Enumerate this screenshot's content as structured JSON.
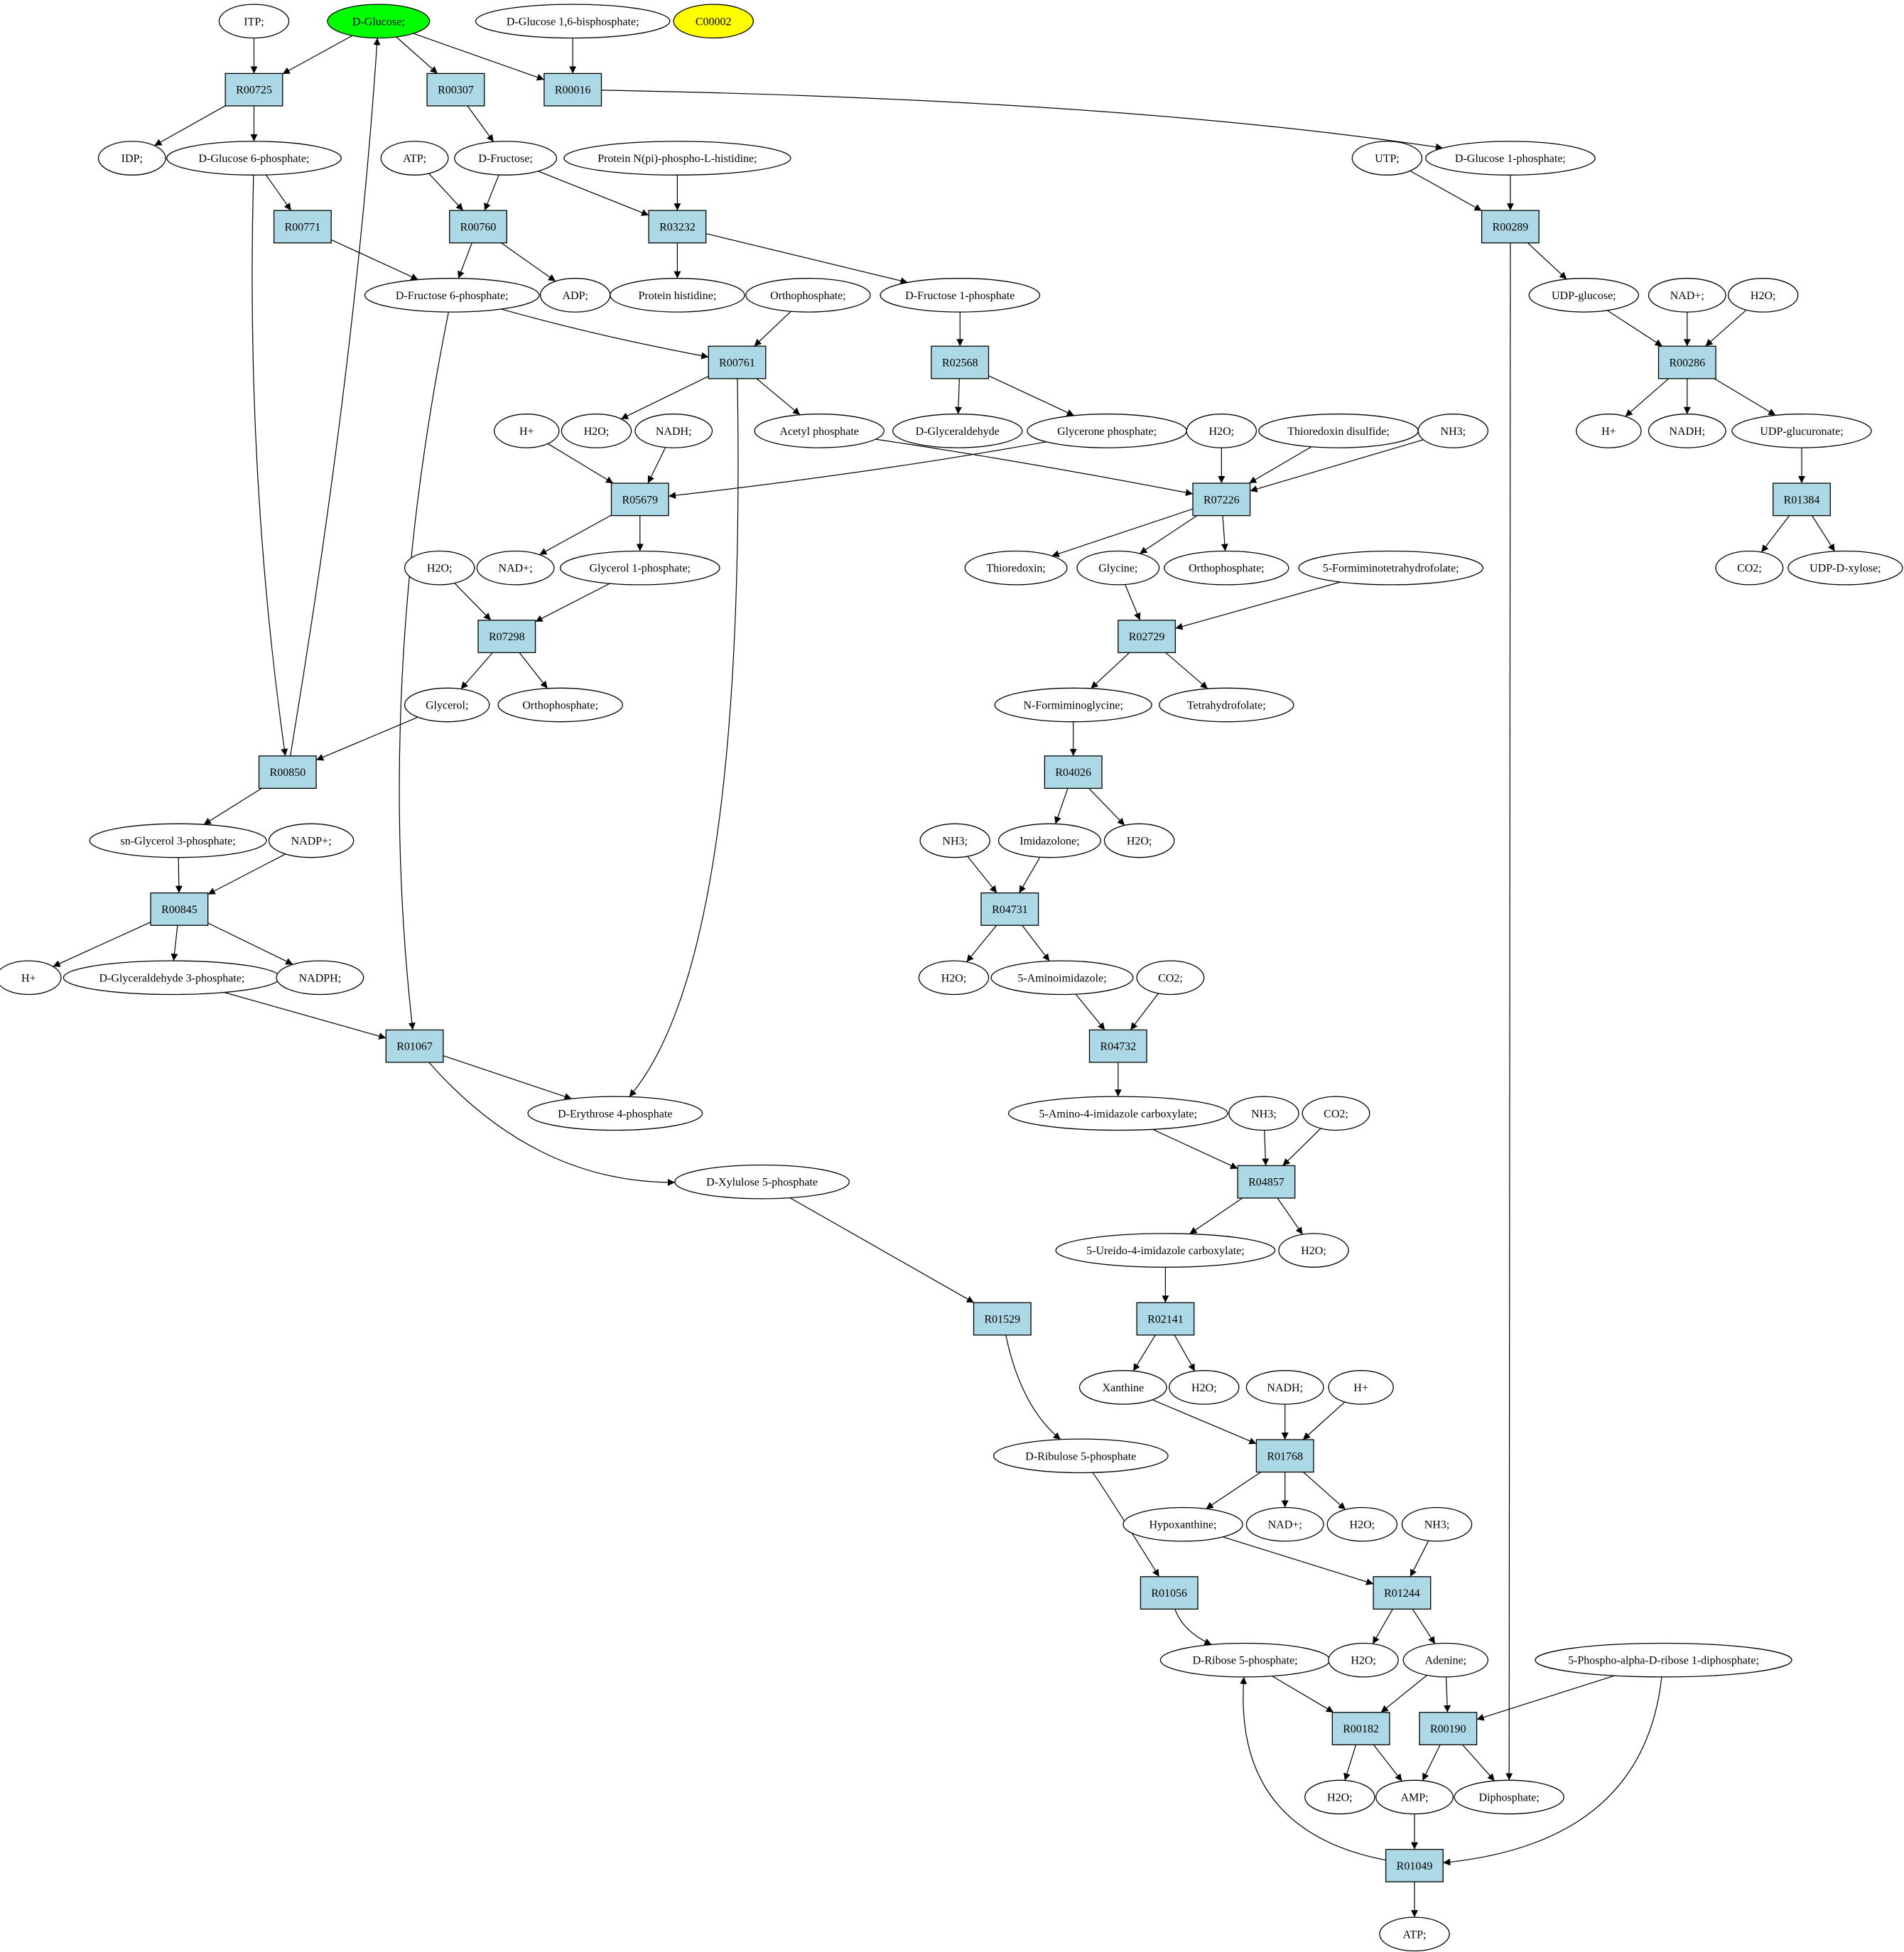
{
  "diagram": {
    "colors": {
      "reaction_fill": "#add8e6",
      "compound_fill": "#ffffff",
      "start_fill": "#00ff00",
      "highlight_fill": "#ffff00",
      "stroke": "#000000"
    },
    "nodes": [
      {
        "id": "ITP",
        "label": "ITP;",
        "kind": "compound"
      },
      {
        "id": "DGLC",
        "label": "D-Glucose;",
        "kind": "start"
      },
      {
        "id": "DG16BP",
        "label": "D-Glucose 1,6-bisphosphate;",
        "kind": "compound"
      },
      {
        "id": "C00002",
        "label": "C00002",
        "kind": "highlight"
      },
      {
        "id": "R00725",
        "label": "R00725",
        "kind": "reaction"
      },
      {
        "id": "R00307",
        "label": "R00307",
        "kind": "reaction"
      },
      {
        "id": "R00016",
        "label": "R00016",
        "kind": "reaction"
      },
      {
        "id": "IDP",
        "label": "IDP;",
        "kind": "compound"
      },
      {
        "id": "DG6P",
        "label": "D-Glucose 6-phosphate;",
        "kind": "compound"
      },
      {
        "id": "ATP1",
        "label": "ATP;",
        "kind": "compound"
      },
      {
        "id": "DFRU",
        "label": "D-Fructose;",
        "kind": "compound"
      },
      {
        "id": "PNHIS",
        "label": "Protein N(pi)-phospho-L-histidine;",
        "kind": "compound"
      },
      {
        "id": "UTP",
        "label": "UTP;",
        "kind": "compound"
      },
      {
        "id": "DG1P",
        "label": "D-Glucose 1-phosphate;",
        "kind": "compound"
      },
      {
        "id": "R00771",
        "label": "R00771",
        "kind": "reaction"
      },
      {
        "id": "R00760",
        "label": "R00760",
        "kind": "reaction"
      },
      {
        "id": "R03232",
        "label": "R03232",
        "kind": "reaction"
      },
      {
        "id": "R00289",
        "label": "R00289",
        "kind": "reaction"
      },
      {
        "id": "DF6P",
        "label": "D-Fructose 6-phosphate;",
        "kind": "compound"
      },
      {
        "id": "ADP",
        "label": "ADP;",
        "kind": "compound"
      },
      {
        "id": "PHIS",
        "label": "Protein histidine;",
        "kind": "compound"
      },
      {
        "id": "ORTHO1",
        "label": "Orthophosphate;",
        "kind": "compound"
      },
      {
        "id": "DF1P",
        "label": "D-Fructose 1-phosphate",
        "kind": "compound"
      },
      {
        "id": "UDPGLC",
        "label": "UDP-glucose;",
        "kind": "compound"
      },
      {
        "id": "NADP1",
        "label": "NAD+;",
        "kind": "compound"
      },
      {
        "id": "H2O_A",
        "label": "H2O;",
        "kind": "compound"
      },
      {
        "id": "R00761",
        "label": "R00761",
        "kind": "reaction"
      },
      {
        "id": "R02568",
        "label": "R02568",
        "kind": "reaction"
      },
      {
        "id": "R00286",
        "label": "R00286",
        "kind": "reaction"
      },
      {
        "id": "HP1",
        "label": "H+",
        "kind": "compound"
      },
      {
        "id": "H2O_B",
        "label": "H2O;",
        "kind": "compound"
      },
      {
        "id": "NADH1",
        "label": "NADH;",
        "kind": "compound"
      },
      {
        "id": "ACP",
        "label": "Acetyl phosphate",
        "kind": "compound"
      },
      {
        "id": "DGA",
        "label": "D-Glyceraldehyde",
        "kind": "compound"
      },
      {
        "id": "GLYP",
        "label": "Glycerone phosphate;",
        "kind": "compound"
      },
      {
        "id": "H2O_C",
        "label": "H2O;",
        "kind": "compound"
      },
      {
        "id": "TRXDS",
        "label": "Thioredoxin disulfide;",
        "kind": "compound"
      },
      {
        "id": "NH3_A",
        "label": "NH3;",
        "kind": "compound"
      },
      {
        "id": "HP2",
        "label": "H+",
        "kind": "compound"
      },
      {
        "id": "NADH2",
        "label": "NADH;",
        "kind": "compound"
      },
      {
        "id": "UDPGLCA",
        "label": "UDP-glucuronate;",
        "kind": "compound"
      },
      {
        "id": "R05679",
        "label": "R05679",
        "kind": "reaction"
      },
      {
        "id": "R07226",
        "label": "R07226",
        "kind": "reaction"
      },
      {
        "id": "R01384",
        "label": "R01384",
        "kind": "reaction"
      },
      {
        "id": "NADP2",
        "label": "NAD+;",
        "kind": "compound"
      },
      {
        "id": "GL1P",
        "label": "Glycerol 1-phosphate;",
        "kind": "compound"
      },
      {
        "id": "TRX",
        "label": "Thioredoxin;",
        "kind": "compound"
      },
      {
        "id": "GLY",
        "label": "Glycine;",
        "kind": "compound"
      },
      {
        "id": "ORTHO2",
        "label": "Orthophosphate;",
        "kind": "compound"
      },
      {
        "id": "FTHF",
        "label": "5-Formiminotetrahydrofolate;",
        "kind": "compound"
      },
      {
        "id": "CO2_A",
        "label": "CO2;",
        "kind": "compound"
      },
      {
        "id": "UDPXYL",
        "label": "UDP-D-xylose;",
        "kind": "compound"
      },
      {
        "id": "H2O_D",
        "label": "H2O;",
        "kind": "compound"
      },
      {
        "id": "R07298",
        "label": "R07298",
        "kind": "reaction"
      },
      {
        "id": "R02729",
        "label": "R02729",
        "kind": "reaction"
      },
      {
        "id": "GLYCEROL",
        "label": "Glycerol;",
        "kind": "compound"
      },
      {
        "id": "ORTHO3",
        "label": "Orthophosphate;",
        "kind": "compound"
      },
      {
        "id": "NFGLY",
        "label": "N-Formiminoglycine;",
        "kind": "compound"
      },
      {
        "id": "THF",
        "label": "Tetrahydrofolate;",
        "kind": "compound"
      },
      {
        "id": "R00850",
        "label": "R00850",
        "kind": "reaction"
      },
      {
        "id": "R04026",
        "label": "R04026",
        "kind": "reaction"
      },
      {
        "id": "SNG3P",
        "label": "sn-Glycerol 3-phosphate;",
        "kind": "compound"
      },
      {
        "id": "NADPP",
        "label": "NADP+;",
        "kind": "compound"
      },
      {
        "id": "NH3_B",
        "label": "NH3;",
        "kind": "compound"
      },
      {
        "id": "IMZ",
        "label": "Imidazolone;",
        "kind": "compound"
      },
      {
        "id": "H2O_E",
        "label": "H2O;",
        "kind": "compound"
      },
      {
        "id": "R00845",
        "label": "R00845",
        "kind": "reaction"
      },
      {
        "id": "R04731",
        "label": "R04731",
        "kind": "reaction"
      },
      {
        "id": "HP3",
        "label": "H+",
        "kind": "compound"
      },
      {
        "id": "DGA3P",
        "label": "D-Glyceraldehyde 3-phosphate;",
        "kind": "compound"
      },
      {
        "id": "NADPH",
        "label": "NADPH;",
        "kind": "compound"
      },
      {
        "id": "H2O_F",
        "label": "H2O;",
        "kind": "compound"
      },
      {
        "id": "AMIMZ",
        "label": "5-Aminoimidazole;",
        "kind": "compound"
      },
      {
        "id": "CO2_B",
        "label": "CO2;",
        "kind": "compound"
      },
      {
        "id": "R01067",
        "label": "R01067",
        "kind": "reaction"
      },
      {
        "id": "R04732",
        "label": "R04732",
        "kind": "reaction"
      },
      {
        "id": "DE4P",
        "label": "D-Erythrose 4-phosphate",
        "kind": "compound"
      },
      {
        "id": "AICX",
        "label": "5-Amino-4-imidazole carboxylate;",
        "kind": "compound"
      },
      {
        "id": "NH3_C",
        "label": "NH3;",
        "kind": "compound"
      },
      {
        "id": "CO2_C",
        "label": "CO2;",
        "kind": "compound"
      },
      {
        "id": "DX5P",
        "label": "D-Xylulose 5-phosphate",
        "kind": "compound"
      },
      {
        "id": "R04857",
        "label": "R04857",
        "kind": "reaction"
      },
      {
        "id": "UICX",
        "label": "5-Ureido-4-imidazole carboxylate;",
        "kind": "compound"
      },
      {
        "id": "H2O_G",
        "label": "H2O;",
        "kind": "compound"
      },
      {
        "id": "R01529",
        "label": "R01529",
        "kind": "reaction"
      },
      {
        "id": "R02141",
        "label": "R02141",
        "kind": "reaction"
      },
      {
        "id": "XAN",
        "label": "Xanthine",
        "kind": "compound"
      },
      {
        "id": "H2O_H",
        "label": "H2O;",
        "kind": "compound"
      },
      {
        "id": "NADH3",
        "label": "NADH;",
        "kind": "compound"
      },
      {
        "id": "HP4",
        "label": "H+",
        "kind": "compound"
      },
      {
        "id": "DRU5P",
        "label": "D-Ribulose 5-phosphate",
        "kind": "compound"
      },
      {
        "id": "R01768",
        "label": "R01768",
        "kind": "reaction"
      },
      {
        "id": "HYPOX",
        "label": "Hypoxanthine;",
        "kind": "compound"
      },
      {
        "id": "NADP3",
        "label": "NAD+;",
        "kind": "compound"
      },
      {
        "id": "H2O_I",
        "label": "H2O;",
        "kind": "compound"
      },
      {
        "id": "NH3_D",
        "label": "NH3;",
        "kind": "compound"
      },
      {
        "id": "R01056",
        "label": "R01056",
        "kind": "reaction"
      },
      {
        "id": "R01244",
        "label": "R01244",
        "kind": "reaction"
      },
      {
        "id": "DR5P",
        "label": "D-Ribose 5-phosphate;",
        "kind": "compound"
      },
      {
        "id": "H2O_J",
        "label": "H2O;",
        "kind": "compound"
      },
      {
        "id": "ADE",
        "label": "Adenine;",
        "kind": "compound"
      },
      {
        "id": "PRPP",
        "label": "5-Phospho-alpha-D-ribose 1-diphosphate;",
        "kind": "compound"
      },
      {
        "id": "R00182",
        "label": "R00182",
        "kind": "reaction"
      },
      {
        "id": "R00190",
        "label": "R00190",
        "kind": "reaction"
      },
      {
        "id": "H2O_K",
        "label": "H2O;",
        "kind": "compound"
      },
      {
        "id": "AMP",
        "label": "AMP;",
        "kind": "compound"
      },
      {
        "id": "DIPH",
        "label": "Diphosphate;",
        "kind": "compound"
      },
      {
        "id": "R01049",
        "label": "R01049",
        "kind": "reaction"
      },
      {
        "id": "ATP2",
        "label": "ATP;",
        "kind": "compound"
      }
    ],
    "edges": [
      [
        "ITP",
        "R00725"
      ],
      [
        "DGLC",
        "R00725"
      ],
      [
        "DGLC",
        "R00307"
      ],
      [
        "DGLC",
        "R00016"
      ],
      [
        "DG16BP",
        "R00016"
      ],
      [
        "R00725",
        "IDP"
      ],
      [
        "R00725",
        "DG6P"
      ],
      [
        "R00307",
        "DFRU"
      ],
      [
        "R00016",
        "DG1P"
      ],
      [
        "DG6P",
        "R00771"
      ],
      [
        "DG6P",
        "R00850"
      ],
      [
        "ATP1",
        "R00760"
      ],
      [
        "DFRU",
        "R00760"
      ],
      [
        "DFRU",
        "R03232"
      ],
      [
        "PNHIS",
        "R03232"
      ],
      [
        "UTP",
        "R00289"
      ],
      [
        "DG1P",
        "R00289"
      ],
      [
        "R00771",
        "DF6P"
      ],
      [
        "R00760",
        "DF6P"
      ],
      [
        "R00760",
        "ADP"
      ],
      [
        "R03232",
        "PHIS"
      ],
      [
        "R03232",
        "DF1P"
      ],
      [
        "R00289",
        "UDPGLC"
      ],
      [
        "R00289",
        "DIPH"
      ],
      [
        "DF6P",
        "R00761"
      ],
      [
        "DF6P",
        "R01067"
      ],
      [
        "ORTHO1",
        "R00761"
      ],
      [
        "DF1P",
        "R02568"
      ],
      [
        "UDPGLC",
        "R00286"
      ],
      [
        "NADP1",
        "R00286"
      ],
      [
        "H2O_A",
        "R00286"
      ],
      [
        "R00761",
        "H2O_B"
      ],
      [
        "R00761",
        "ACP"
      ],
      [
        "R00761",
        "DE4P"
      ],
      [
        "R02568",
        "DGA"
      ],
      [
        "R02568",
        "GLYP"
      ],
      [
        "R00286",
        "HP2"
      ],
      [
        "R00286",
        "NADH2"
      ],
      [
        "R00286",
        "UDPGLCA"
      ],
      [
        "HP1",
        "R05679"
      ],
      [
        "NADH1",
        "R05679"
      ],
      [
        "GLYP",
        "R05679"
      ],
      [
        "ACP",
        "R07226"
      ],
      [
        "H2O_C",
        "R07226"
      ],
      [
        "TRXDS",
        "R07226"
      ],
      [
        "NH3_A",
        "R07226"
      ],
      [
        "UDPGLCA",
        "R01384"
      ],
      [
        "R05679",
        "NADP2"
      ],
      [
        "R05679",
        "GL1P"
      ],
      [
        "R07226",
        "TRX"
      ],
      [
        "R07226",
        "GLY"
      ],
      [
        "R07226",
        "ORTHO2"
      ],
      [
        "R01384",
        "CO2_A"
      ],
      [
        "R01384",
        "UDPXYL"
      ],
      [
        "H2O_D",
        "R07298"
      ],
      [
        "GL1P",
        "R07298"
      ],
      [
        "GLY",
        "R02729"
      ],
      [
        "FTHF",
        "R02729"
      ],
      [
        "R07298",
        "GLYCEROL"
      ],
      [
        "R07298",
        "ORTHO3"
      ],
      [
        "R02729",
        "NFGLY"
      ],
      [
        "R02729",
        "THF"
      ],
      [
        "GLYCEROL",
        "R00850"
      ],
      [
        "R00850",
        "DGLC"
      ],
      [
        "R00850",
        "SNG3P"
      ],
      [
        "NFGLY",
        "R04026"
      ],
      [
        "R04026",
        "IMZ"
      ],
      [
        "R04026",
        "H2O_E"
      ],
      [
        "SNG3P",
        "R00845"
      ],
      [
        "NADPP",
        "R00845"
      ],
      [
        "NH3_B",
        "R04731"
      ],
      [
        "IMZ",
        "R04731"
      ],
      [
        "R00845",
        "HP3"
      ],
      [
        "R00845",
        "DGA3P"
      ],
      [
        "R00845",
        "NADPH"
      ],
      [
        "R04731",
        "H2O_F"
      ],
      [
        "R04731",
        "AMIMZ"
      ],
      [
        "DGA3P",
        "R01067"
      ],
      [
        "AMIMZ",
        "R04732"
      ],
      [
        "CO2_B",
        "R04732"
      ],
      [
        "R01067",
        "DE4P"
      ],
      [
        "R01067",
        "DX5P"
      ],
      [
        "R04732",
        "AICX"
      ],
      [
        "AICX",
        "R04857"
      ],
      [
        "NH3_C",
        "R04857"
      ],
      [
        "CO2_C",
        "R04857"
      ],
      [
        "R04857",
        "UICX"
      ],
      [
        "R04857",
        "H2O_G"
      ],
      [
        "DX5P",
        "R01529"
      ],
      [
        "UICX",
        "R02141"
      ],
      [
        "R01529",
        "DRU5P"
      ],
      [
        "R02141",
        "XAN"
      ],
      [
        "R02141",
        "H2O_H"
      ],
      [
        "XAN",
        "R01768"
      ],
      [
        "NADH3",
        "R01768"
      ],
      [
        "HP4",
        "R01768"
      ],
      [
        "R01768",
        "HYPOX"
      ],
      [
        "R01768",
        "NADP3"
      ],
      [
        "R01768",
        "H2O_I"
      ],
      [
        "DRU5P",
        "R01056"
      ],
      [
        "HYPOX",
        "R01244"
      ],
      [
        "NH3_D",
        "R01244"
      ],
      [
        "R01056",
        "DR5P"
      ],
      [
        "R01244",
        "H2O_J"
      ],
      [
        "R01244",
        "ADE"
      ],
      [
        "DR5P",
        "R00182"
      ],
      [
        "ADE",
        "R00182"
      ],
      [
        "ADE",
        "R00190"
      ],
      [
        "PRPP",
        "R00190"
      ],
      [
        "PRPP",
        "R01049"
      ],
      [
        "R00182",
        "H2O_K"
      ],
      [
        "R00182",
        "AMP"
      ],
      [
        "R00190",
        "AMP"
      ],
      [
        "R00190",
        "DIPH"
      ],
      [
        "AMP",
        "R01049"
      ],
      [
        "R01049",
        "DR5P"
      ],
      [
        "R01049",
        "ATP2"
      ]
    ]
  }
}
